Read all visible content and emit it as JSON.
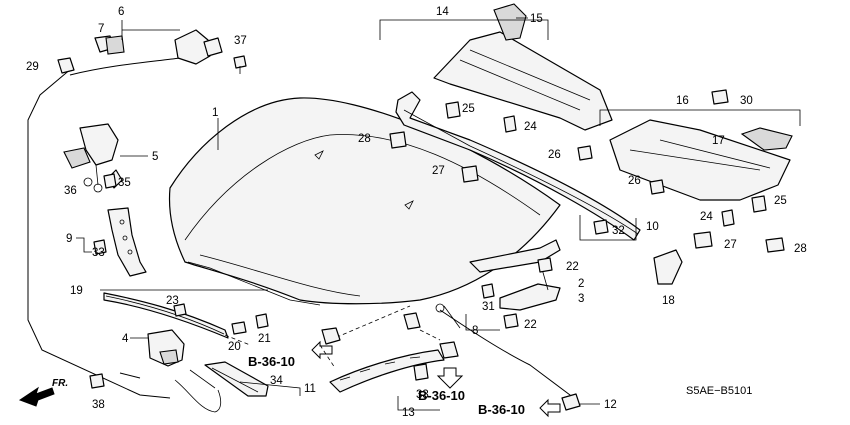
{
  "diagram": {
    "code": "S5AE−B5101",
    "direction_label": "FR.",
    "references": [
      "B-36-10",
      "B-36-10",
      "B-36-10"
    ],
    "callouts": [
      "1",
      "2",
      "3",
      "4",
      "5",
      "6",
      "7",
      "8",
      "9",
      "10",
      "11",
      "12",
      "13",
      "14",
      "15",
      "16",
      "17",
      "18",
      "19",
      "20",
      "21",
      "22",
      "22",
      "23",
      "24",
      "24",
      "25",
      "25",
      "26",
      "26",
      "27",
      "27",
      "28",
      "28",
      "29",
      "30",
      "31",
      "32",
      "33",
      "33",
      "34",
      "35",
      "36",
      "37",
      "38"
    ]
  }
}
